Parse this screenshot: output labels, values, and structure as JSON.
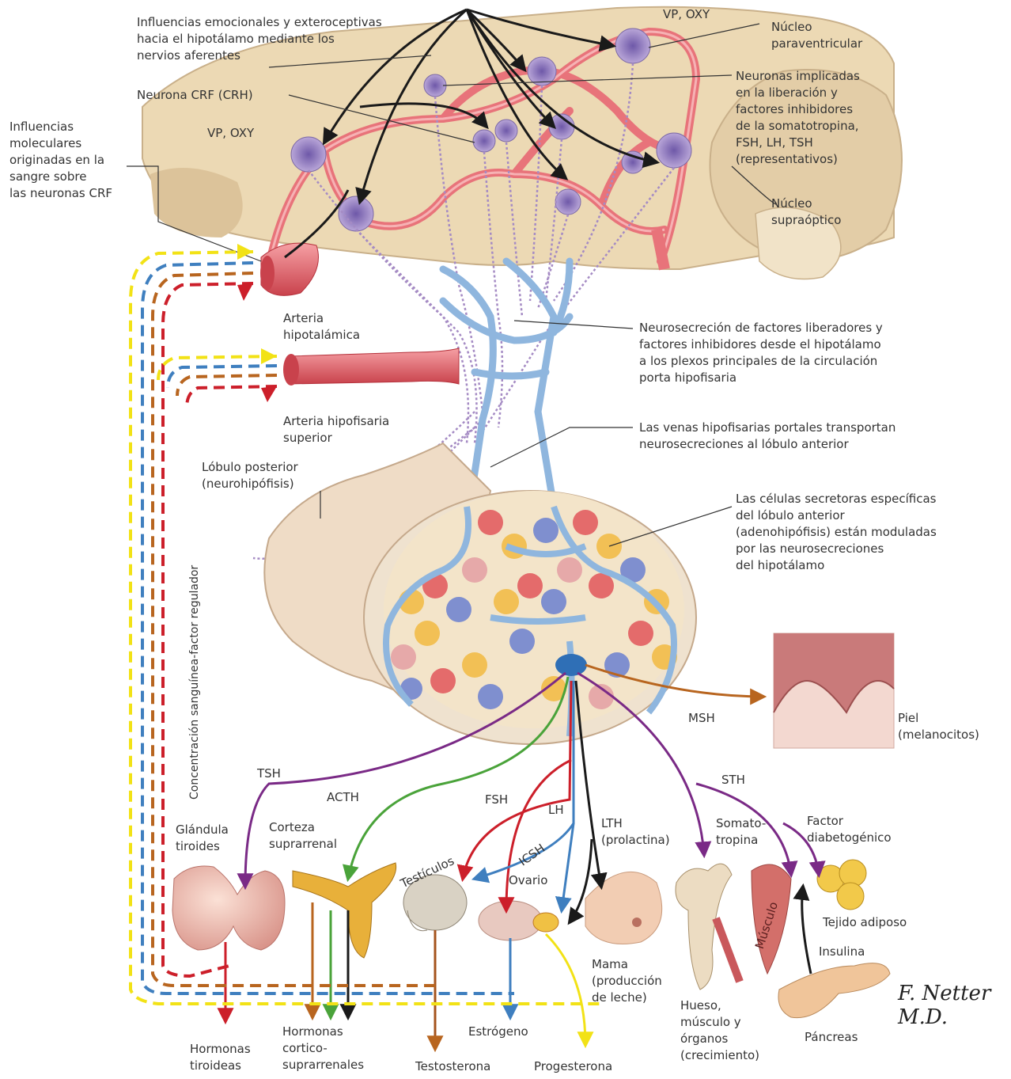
{
  "labels": {
    "afferent": "Influencias emocionales y exteroceptivas\nhacia el hipotálamo mediante los\nnervios aferentes",
    "vp_oxy_top": "VP, OXY",
    "paraventricular": "Núcleo\nparaventricular",
    "crf_neuron": "Neurona CRF (CRH)",
    "neurons_release": "Neuronas implicadas\nen la liberación y\nfactores inhibidores\nde la somatotropina,\nFSH, LH, TSH\n(representativos)",
    "vp_oxy_left": "VP, OXY",
    "molecular": "Influencias\nmoleculares\noriginadas en la\nsangre sobre\nlas neuronas CRF",
    "supraoptic": "Núcleo\nsupraóptico",
    "hypothalamic_artery": "Arteria\nhipotalámica",
    "neurosecretion": "Neurosecreción de factores liberadores y\nfactores inhibidores desde el hipotálamo\na los plexos principales de la circulación\nporta hipofisaria",
    "sup_hypophyseal_artery": "Arteria hipofisaria\nsuperior",
    "portal_veins": "Las venas hipofisarias portales transportan\nneurosecreciones al lóbulo anterior",
    "posterior_lobe": "Lóbulo posterior\n(neurohipófisis)",
    "secretory_cells": "Las células secretoras específicas\ndel lóbulo anterior\n(adenohipófisis) están moduladas\npor las neurosecreciones\ndel hipotálamo",
    "regulator": "Concentración sanguínea-factor regulador",
    "msh": "MSH",
    "skin": "Piel\n(melanocitos)",
    "tsh": "TSH",
    "acth": "ACTH",
    "fsh": "FSH",
    "lh": "LH",
    "icsh": "ICSH",
    "lth": "LTH\n(prolactina)",
    "sth": "STH",
    "somatotropin": "Somato-\ntropina",
    "diabetogenic": "Factor\ndiabetogénico",
    "thyroid": "Glándula\ntiroides",
    "adrenal_cortex": "Corteza\nsuprarrenal",
    "testicles": "Testículos",
    "ovary": "Ovario",
    "muscle": "Músculo",
    "adipose": "Tejido adiposo",
    "insulin": "Insulina",
    "breast": "Mama\n(producción\nde leche)",
    "bone": "Hueso,\nmúsculo y\nórganos\n(crecimiento)",
    "pancreas": "Páncreas",
    "thyroid_hormones": "Hormonas\ntiroideas",
    "corticosteroids": "Hormonas\ncortico-\nsuprarrenales",
    "estrogen": "Estrógeno",
    "testosterone": "Testosterona",
    "progesterone": "Progesterona",
    "signature": "F. Netter M.D."
  },
  "colors": {
    "brain_tissue": "#ecd9b4",
    "artery": "#e8737a",
    "vein": "#8fb6de",
    "neuron": "#a58bc4",
    "tsh": "#7a2a86",
    "acth": "#4aa33a",
    "fsh": "#cc1f2a",
    "lh": "#3f7fbf",
    "lth": "#1a1a1a",
    "msh": "#b8651f",
    "progesterone": "#f2e216",
    "testosterone": "#a5541e"
  }
}
